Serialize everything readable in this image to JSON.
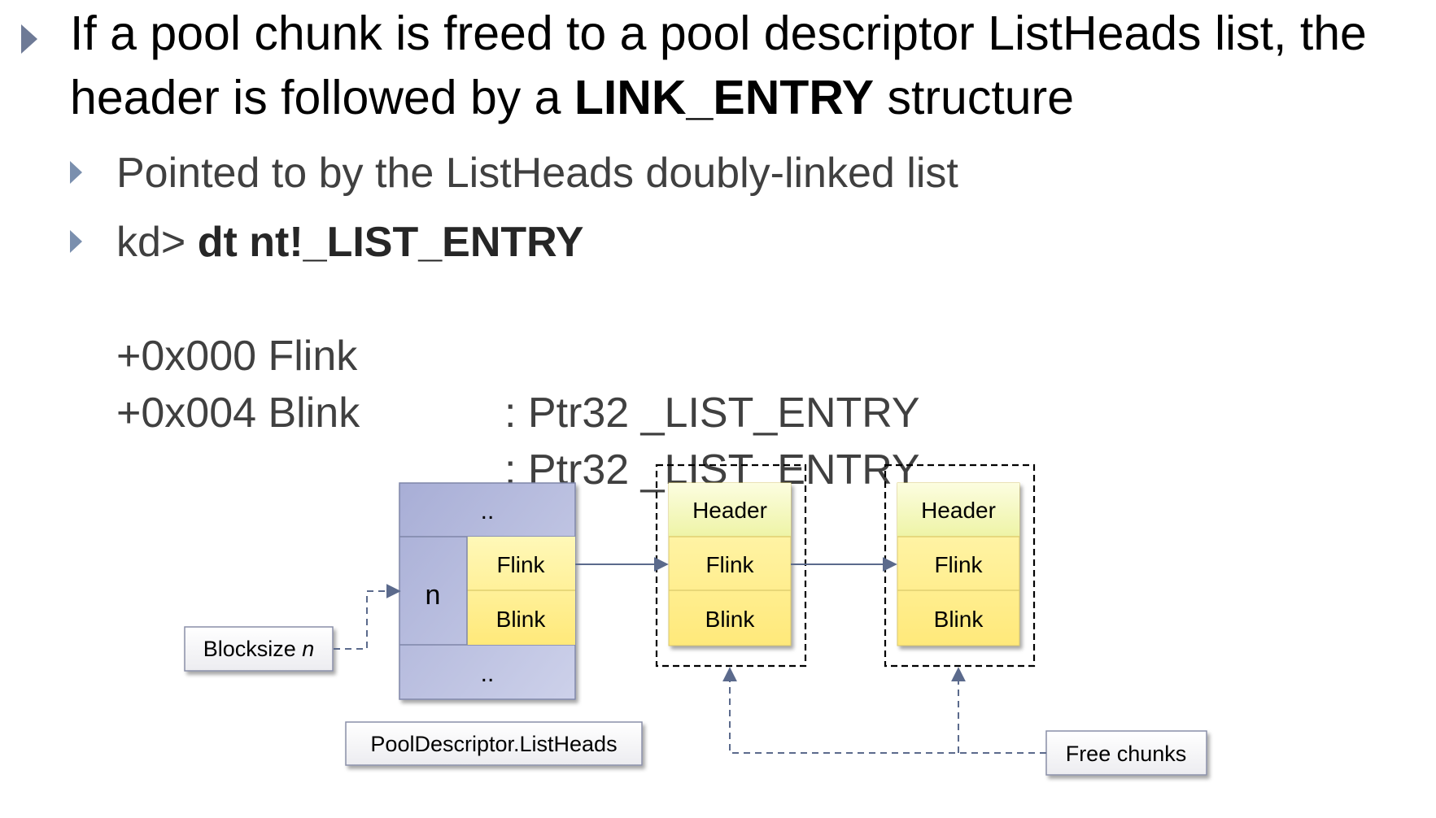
{
  "slide": {
    "bullet1": {
      "pre": "If a pool chunk is freed to a pool descriptor ListHeads list, the header is followed by a ",
      "bold": "LINK_ENTRY",
      "post": " structure"
    },
    "bullet2": "Pointed to by the ListHeads doubly-linked list",
    "bullet3": {
      "prompt": "kd> ",
      "command": "dt nt!_LIST_ENTRY",
      "fields": [
        {
          "offset": "+0x000 Flink",
          "type": ": Ptr32 _LIST_ENTRY"
        },
        {
          "offset": "+0x004 Blink",
          "type": ": Ptr32 _LIST_ENTRY"
        }
      ]
    }
  },
  "diagram": {
    "pool_descriptor": {
      "top": "..",
      "index": "n",
      "flink": "Flink",
      "blink": "Blink",
      "bottom": "..",
      "caption": "PoolDescriptor.ListHeads"
    },
    "blocksize": {
      "text": "Blocksize ",
      "var": "n"
    },
    "chunks": [
      {
        "header": "Header",
        "flink": "Flink",
        "blink": "Blink"
      },
      {
        "header": "Header",
        "flink": "Flink",
        "blink": "Blink"
      }
    ],
    "free_chunks": "Free chunks"
  },
  "colors": {
    "bullet_triangle": "#6e7a96",
    "sub_bullet_triangle": "#7a8fae",
    "pool_block_fill": "#b9bfdd",
    "entry_fill": "#fff39a",
    "header_fill": "#f6f8c6",
    "arrow": "#5b6a8c"
  }
}
